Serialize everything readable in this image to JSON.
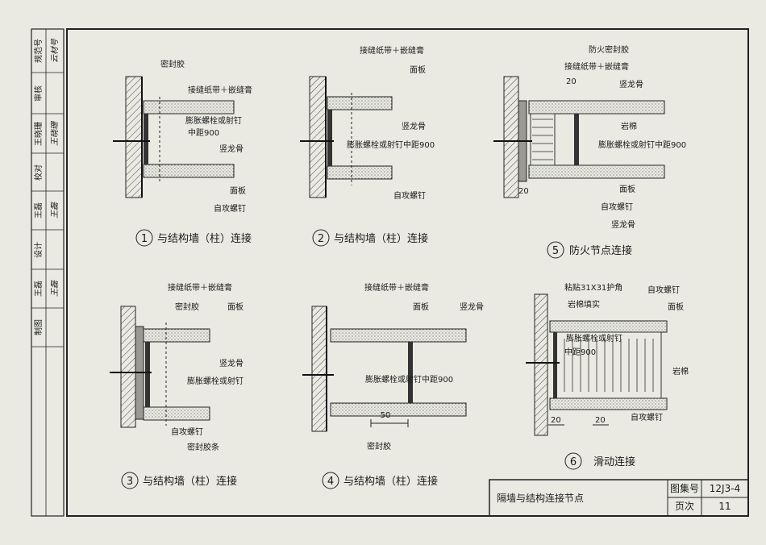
{
  "sidebar": {
    "rows": [
      {
        "role": "规范号",
        "sign": "云材号"
      },
      {
        "role": "审核",
        "sign": ""
      },
      {
        "role": "王晓珊",
        "sign": "王晓珊"
      },
      {
        "role": "校对",
        "sign": ""
      },
      {
        "role": "王磊",
        "sign": "王磊"
      },
      {
        "role": "设计",
        "sign": ""
      },
      {
        "role": "王磊",
        "sign": "王磊"
      },
      {
        "role": "制图",
        "sign": ""
      }
    ]
  },
  "details": [
    {
      "num": "1",
      "caption": "与结构墙（柱）连接",
      "labels": [
        "密封胶",
        "接缝纸带＋嵌缝膏",
        "膨胀螺栓或射钉",
        "中距900",
        "竖龙骨",
        "面板",
        "自攻螺钉"
      ]
    },
    {
      "num": "2",
      "caption": "与结构墙（柱）连接",
      "labels": [
        "接缝纸带＋嵌缝膏",
        "面板",
        "竖龙骨",
        "膨胀螺栓或射钉中距900",
        "自攻螺钉"
      ]
    },
    {
      "num": "3",
      "caption": "与结构墙（柱）连接",
      "labels": [
        "接缝纸带＋嵌缝膏",
        "密封胶",
        "面板",
        "竖龙骨",
        "膨胀螺栓或射钉",
        "自攻螺钉",
        "密封胶条"
      ]
    },
    {
      "num": "4",
      "caption": "与结构墙（柱）连接",
      "labels": [
        "接缝纸带＋嵌缝膏",
        "面板",
        "竖龙骨",
        "膨胀螺栓或射钉中距900",
        "50",
        "密封胶"
      ]
    },
    {
      "num": "5",
      "caption": "防火节点连接",
      "labels": [
        "防火密封胶",
        "接缝纸带＋嵌缝膏",
        "20",
        "竖龙骨",
        "岩棉",
        "膨胀螺栓或射钉中距900",
        "20",
        "面板",
        "自攻螺钉",
        "竖龙骨"
      ]
    },
    {
      "num": "6",
      "caption": "滑动连接",
      "labels": [
        "粘贴31X31护角",
        "岩棉填实",
        "自攻螺钉",
        "面板",
        "膨胀螺栓或射钉",
        "中距900",
        "岩棉",
        "20",
        "20",
        "自攻螺钉"
      ]
    }
  ],
  "title_block": {
    "title": "隔墙与结构连接节点",
    "atlas_label": "图集号",
    "atlas_value": "12J3-4",
    "page_label": "页次",
    "page_value": "11"
  }
}
